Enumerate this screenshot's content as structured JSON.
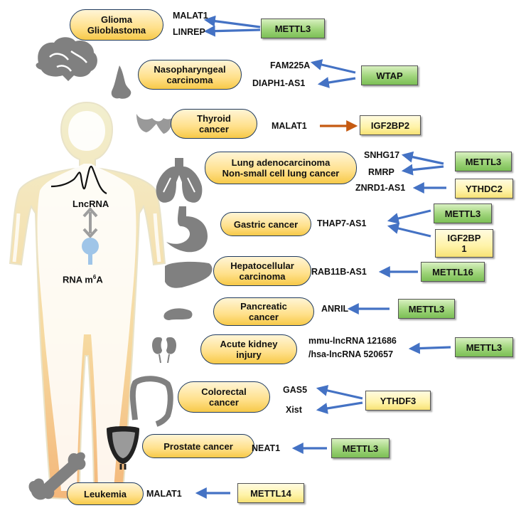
{
  "colors": {
    "inhibit_arrow": "#4472c4",
    "promote_arrow": "#c55a11",
    "writer_box": "#8ccf6a",
    "reader_box": "#fff3a8",
    "disease_pill": "#ffd966"
  },
  "body": {
    "label_lncrna": "LncRNA",
    "label_rna": "RNA m",
    "label_sup": "6",
    "label_a": "A"
  },
  "rows": [
    {
      "disease_lines": [
        "Glioma",
        "Glioblastoma"
      ],
      "lncrnas": [
        "MALAT1",
        "LINREP"
      ],
      "regulators": [
        "METTL3"
      ],
      "organ_icon": "brain-icon"
    },
    {
      "disease_lines": [
        "Nasopharyngeal",
        "carcinoma"
      ],
      "lncrnas": [
        "FAM225A",
        "DIAPH1-AS1"
      ],
      "regulators": [
        "WTAP"
      ],
      "organ_icon": "nose-icon"
    },
    {
      "disease_lines": [
        "Thyroid",
        "cancer"
      ],
      "lncrnas": [
        "MALAT1"
      ],
      "regulators": [
        "IGF2BP2"
      ],
      "organ_icon": "thyroid-icon"
    },
    {
      "disease_lines": [
        "Lung adenocarcinoma",
        "Non-small cell lung cancer"
      ],
      "lncrnas": [
        "SNHG17",
        "RMRP",
        "ZNRD1-AS1"
      ],
      "regulators": [
        "METTL3",
        "YTHDC2"
      ],
      "organ_icon": "lungs-icon"
    },
    {
      "disease_lines": [
        "Gastric cancer"
      ],
      "lncrnas": [
        "THAP7-AS1"
      ],
      "regulators": [
        "METTL3",
        "IGF2BP",
        "1"
      ],
      "organ_icon": "stomach-icon"
    },
    {
      "disease_lines": [
        "Hepatocellular",
        "carcinoma"
      ],
      "lncrnas": [
        "RAB11B-AS1"
      ],
      "regulators": [
        "METTL16"
      ],
      "organ_icon": "liver-icon"
    },
    {
      "disease_lines": [
        "Pancreatic",
        "cancer"
      ],
      "lncrnas": [
        "ANRIL"
      ],
      "regulators": [
        "METTL3"
      ],
      "organ_icon": "pancreas-icon"
    },
    {
      "disease_lines": [
        "Acute kidney",
        "injury"
      ],
      "lncrnas": [
        "mmu-lncRNA 121686",
        "/hsa-lncRNA 520657"
      ],
      "regulators": [
        "METTL3"
      ],
      "organ_icon": "kidney-icon"
    },
    {
      "disease_lines": [
        "Colorectal",
        "cancer"
      ],
      "lncrnas": [
        "GAS5",
        "Xist"
      ],
      "regulators": [
        "YTHDF3"
      ],
      "organ_icon": "colon-icon"
    },
    {
      "disease_lines": [
        "Prostate cancer"
      ],
      "lncrnas": [
        "NEAT1"
      ],
      "regulators": [
        "METTL3"
      ],
      "organ_icon": "prostate-icon"
    },
    {
      "disease_lines": [
        "Leukemia"
      ],
      "lncrnas": [
        "MALAT1"
      ],
      "regulators": [
        "METTL14"
      ],
      "organ_icon": "bone-icon"
    }
  ]
}
